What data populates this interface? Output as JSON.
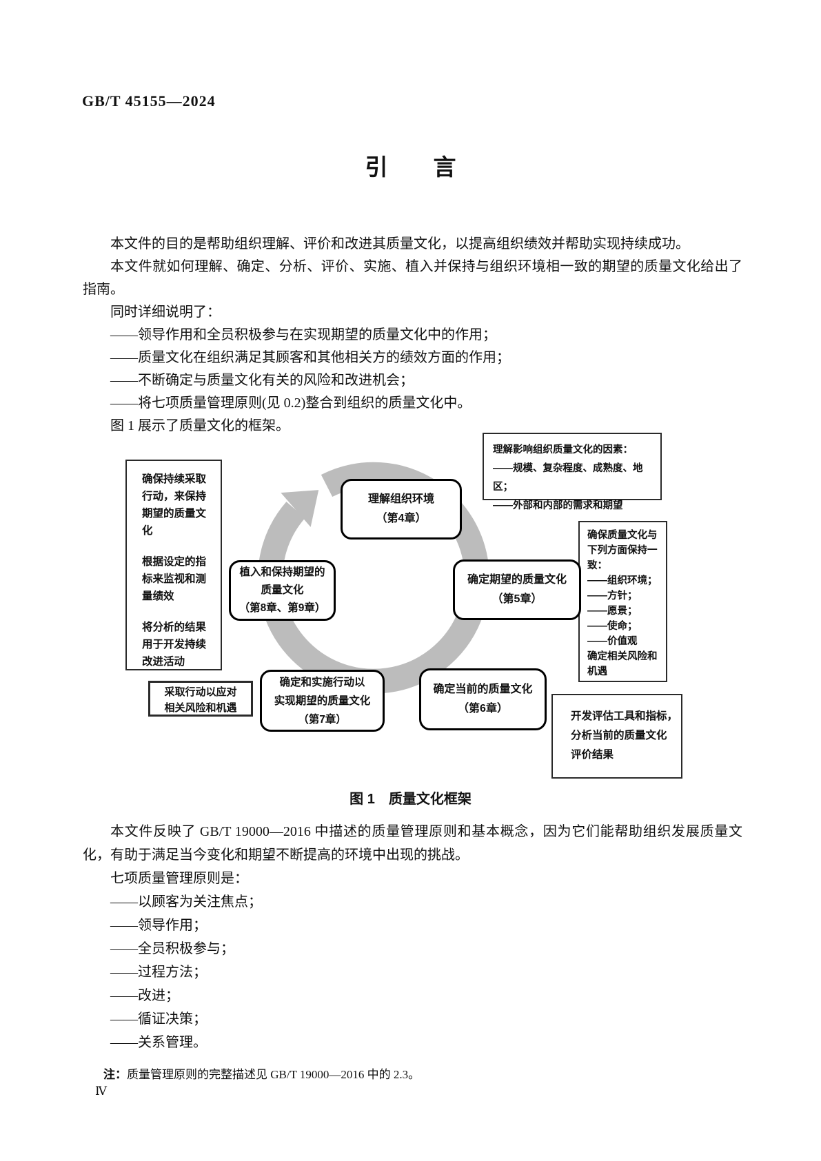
{
  "header": {
    "standard_number": "GB/T 45155—2024"
  },
  "title": "引　　言",
  "intro": {
    "p1": "本文件的目的是帮助组织理解、评价和改进其质量文化，以提高组织绩效并帮助实现持续成功。",
    "p2": "本文件就如何理解、确定、分析、评价、实施、植入并保持与组织环境相一致的期望的质量文化给出了指南。",
    "p3": "同时详细说明了：",
    "items": [
      "——领导作用和全员积极参与在实现期望的质量文化中的作用；",
      "——质量文化在组织满足其顾客和其他相关方的绩效方面的作用；",
      "——不断确定与质量文化有关的风险和改进机会；",
      "——将七项质量管理原则(见 0.2)整合到组织的质量文化中。"
    ],
    "p4": "图 1 展示了质量文化的框架。"
  },
  "diagram": {
    "ring_color": "#bcbcbc",
    "understand_context": [
      "理解组织环境",
      "（第4章）"
    ],
    "determine_expected": [
      "确定期望的质量文化",
      "（第5章）"
    ],
    "determine_current": [
      "确定当前的质量文化",
      "（第6章）"
    ],
    "implement_actions": [
      "确定和实施行动以",
      "实现期望的质量文化",
      "（第7章）"
    ],
    "embed_maintain": [
      "植入和保持期望的",
      "质量文化",
      "（第8章、第9章）"
    ],
    "factors": [
      "理解影响组织质量文化的因素：",
      "——规模、复杂程度、成熟度、地区；",
      "——外部和内部的需求和期望"
    ],
    "alignment": [
      "确保质量文化与下列方面保持一致：",
      "——组织环境；",
      "——方针；",
      "——愿景；",
      "——使命；",
      "——价值观",
      "确定相关风险和机遇"
    ],
    "sustain": [
      "确保持续采取行动，来保持期望的质量文化",
      "根据设定的指标来监视和测量绩效",
      "将分析的结果用于开发持续改进活动"
    ],
    "risk_action": [
      "采取行动以应对",
      "相关风险和机遇"
    ],
    "assess": [
      "开发评估工具和指标，",
      "分析当前的质量文化",
      "评价结果"
    ]
  },
  "figure": {
    "caption": "图 1　质量文化框架"
  },
  "principles": {
    "p1": "本文件反映了 GB/T 19000—2016 中描述的质量管理原则和基本概念，因为它们能帮助组织发展质量文化，有助于满足当今变化和期望不断提高的环境中出现的挑战。",
    "p2": "七项质量管理原则是：",
    "items": [
      "——以顾客为关注焦点；",
      "——领导作用；",
      "——全员积极参与；",
      "——过程方法；",
      "——改进；",
      "——循证决策；",
      "——关系管理。"
    ]
  },
  "note": {
    "label": "注：",
    "text": "质量管理原则的完整描述见 GB/T 19000—2016 中的 2.3。"
  },
  "page_number": "Ⅳ"
}
